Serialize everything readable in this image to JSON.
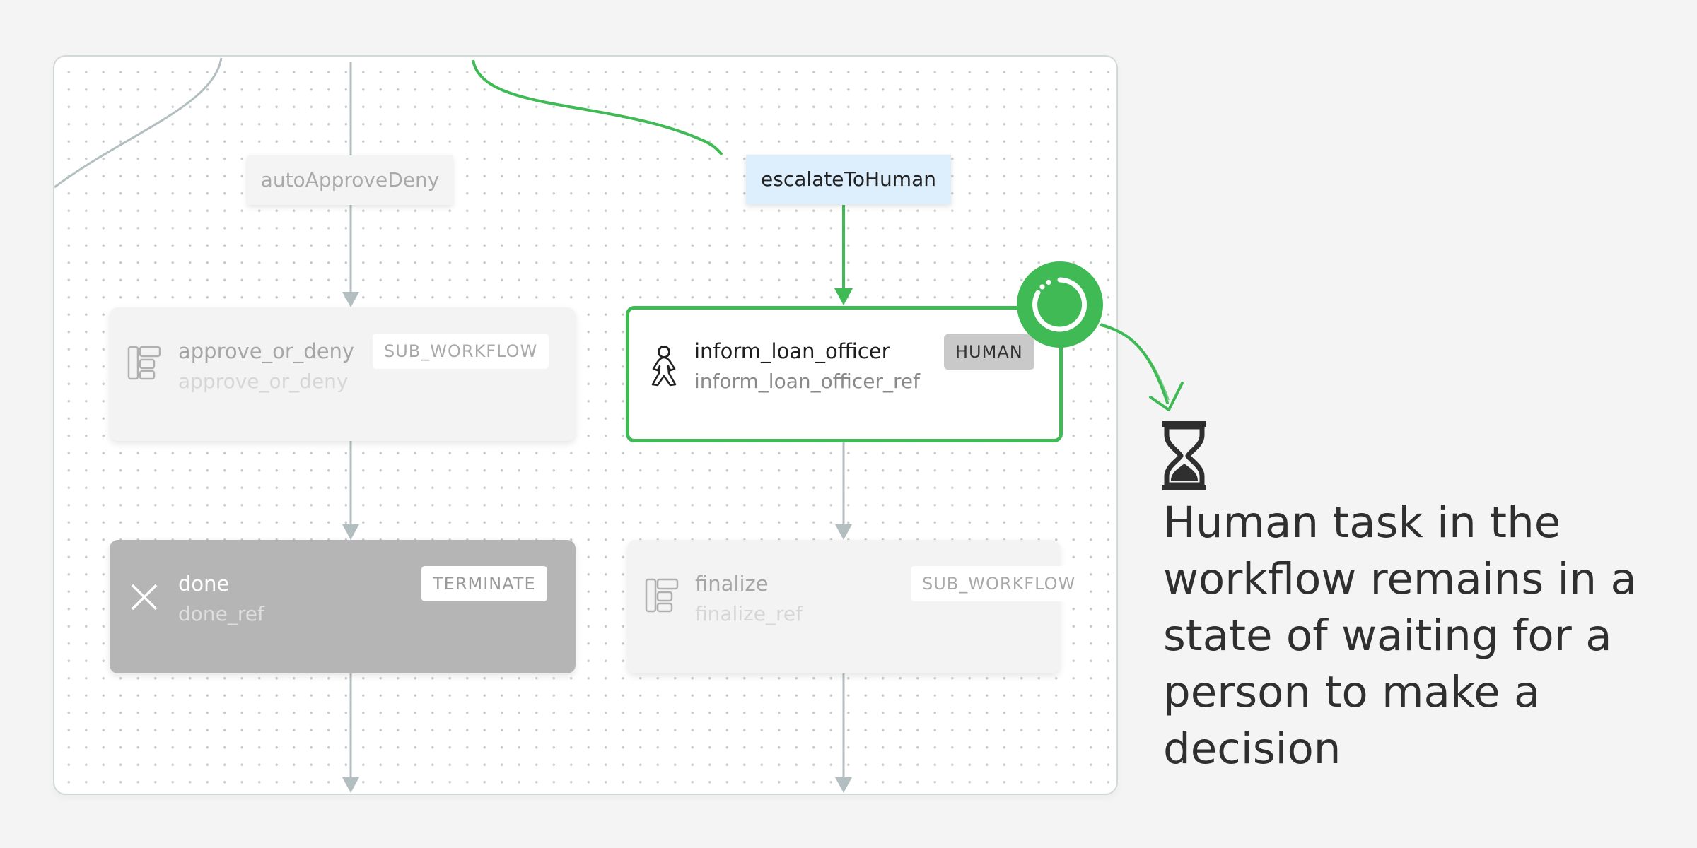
{
  "decisions": {
    "left": "autoApproveDeny",
    "right": "escalateToHuman"
  },
  "tasks": {
    "approve": {
      "name": "approve_or_deny",
      "ref": "approve_or_deny",
      "type": "SUB_WORKFLOW",
      "icon": "subworkflow-icon"
    },
    "inform": {
      "name": "inform_loan_officer",
      "ref": "inform_loan_officer_ref",
      "type": "HUMAN",
      "icon": "person-icon",
      "status": "in-progress"
    },
    "done": {
      "name": "done",
      "ref": "done_ref",
      "type": "TERMINATE",
      "icon": "close-icon"
    },
    "finalize": {
      "name": "finalize",
      "ref": "finalize_ref",
      "type": "SUB_WORKFLOW",
      "icon": "subworkflow-icon"
    }
  },
  "annotation": {
    "icon": "hourglass-icon",
    "text": "Human task in the workflow remains in a state of waiting for a person to make a decision"
  },
  "colors": {
    "accent": "#3fba55",
    "active_decision": "#ddeefc",
    "terminate": "#b5b5b5",
    "inactive": "#f3f3f3"
  }
}
